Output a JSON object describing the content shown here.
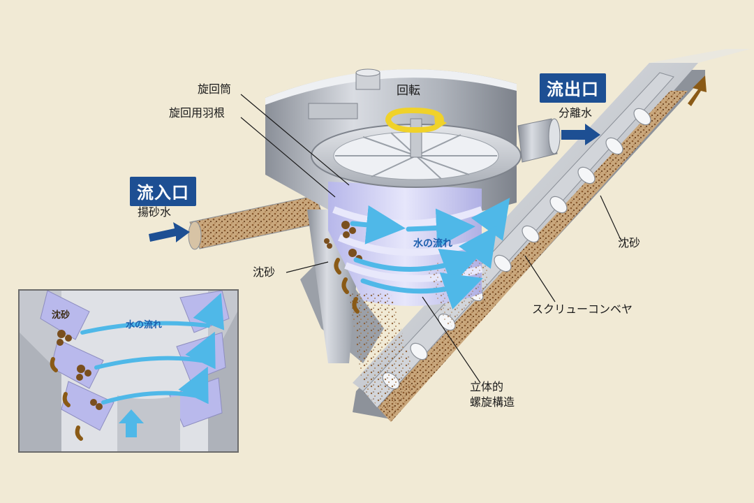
{
  "labels": {
    "inlet": "流入口",
    "inlet_sub": "揚砂水",
    "outlet": "流出口",
    "outlet_sub": "分離水",
    "rotation": "回転",
    "swirl_drum": "旋回筒",
    "swirl_blade": "旋回用羽根",
    "settled_sand_main": "沈砂",
    "water_flow_main": "水の流れ",
    "settled_sand_conveyor": "沈砂",
    "screw_conveyor": "スクリューコンベヤ",
    "structure_line1": "立体的",
    "structure_line2": "螺旋構造",
    "inset_sand": "沈砂",
    "inset_water_flow": "水の流れ"
  },
  "colors": {
    "background": "#f1ead5",
    "badge": "#1d4f93",
    "water_arrow": "#4fb8e8",
    "sand": "#9a6a3a",
    "metal": "#b8bcc4",
    "inner": "#c9c9ee"
  },
  "icons": [
    "inlet-arrow-icon",
    "outlet-arrow-icon",
    "rotation-arrow-icon",
    "upward-arrow-icon",
    "conveyor-up-arrow-icon"
  ]
}
